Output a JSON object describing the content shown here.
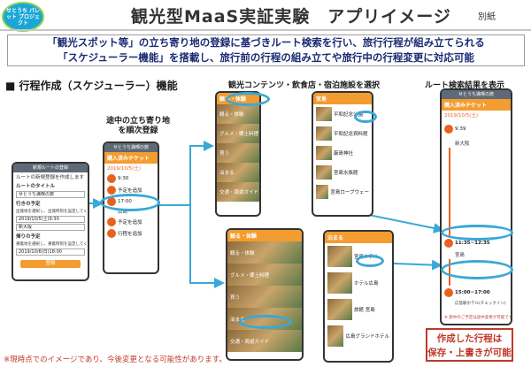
{
  "logo": {
    "text": "せとうち パレット プロジェクト"
  },
  "header": {
    "title": "観光型MaaS実証実験　アプリイメージ",
    "tag": "別紙"
  },
  "banner": {
    "line1": "「観光スポット等」の立ち寄り地の登録に基づきルート検索を行い、旅行行程が組み立てられる",
    "line2": "「スケジューラー機能」を搭載し、旅行前の行程の組み立てや旅行中の行程変更に対応可能"
  },
  "section_title": "■ 行程作成（スケジューラー）機能",
  "labels": {
    "stopovers": "途中の立ち寄り地\nを順次登録",
    "content_select": "観光コンテンツ・飲食店・宿泊施設を選択",
    "route_result": "ルート検索結果を表示"
  },
  "phone1": {
    "bar": "新規ルートの登録",
    "t1": "ルートの新規登録を作成します",
    "route_title_label": "ルートのタイトル",
    "route_title_value": "せとうち満喫の旅",
    "start_label": "行きの予定",
    "start_note": "出発地を選択し、出発時刻を設定してください",
    "start_date": "2019/10/5(土)9:30",
    "start_place": "新大阪",
    "return_label": "帰りの予定",
    "return_note": "帰着地を選択し、帰着時刻を設定してください",
    "return_date": "2019/10/6(日)18:00",
    "register": "登録"
  },
  "phone2": {
    "bar": "せとうち満喫の旅",
    "head": "購入済みチケット",
    "date": "2019/10/5(土)",
    "time1": "9:30",
    "add1": "予定を追加",
    "time2": "17:00",
    "place2": "広島",
    "add2": "予定を追加",
    "add3": "行程を追加"
  },
  "phone3": {
    "tab": "観る・体験",
    "items": [
      "観る・体験",
      "グルメ・郷土料理",
      "買う",
      "泊まる",
      "交通・周遊ガイド"
    ],
    "sub": "宮島",
    "list": [
      "平和記念公園",
      "平和記念資料館",
      "厳島神社",
      "宮島水族館",
      "宮島ロープウェー"
    ],
    "add": "追加"
  },
  "phone4": {
    "tab": "観る・体験",
    "items": [
      "観る・体験",
      "グルメ・郷土料理",
      "買う",
      "泊まる",
      "交通・周遊ガイド"
    ],
    "sub": "泊まる",
    "list": [
      "宮島ホテル",
      "ホテル広島",
      "旅館 宮島",
      "広島グランドホテル"
    ],
    "add": "追加"
  },
  "phone5": {
    "bar": "せとうち満喫の旅",
    "head": "購入済みチケット",
    "date": "2019/10/5(土)",
    "t1": "9:39",
    "p1": "新大阪",
    "t2": "11:35~12:35",
    "p2": "宮島",
    "t3": "15:00~17:00",
    "p3": "広島駅ホテル(チェックイン)",
    "notice": "※ 旅中のご予定は途中変更が可能です"
  },
  "result_box": {
    "line1": "作成した行程は",
    "line2": "保存・上書きが可能"
  },
  "footnote": "※現時点でのイメージであり、今後変更となる可能性があります。",
  "colors": {
    "accent": "#f39c30",
    "highlight": "#3aa8d6",
    "title": "#1b2b73",
    "alert": "#c0392b"
  }
}
